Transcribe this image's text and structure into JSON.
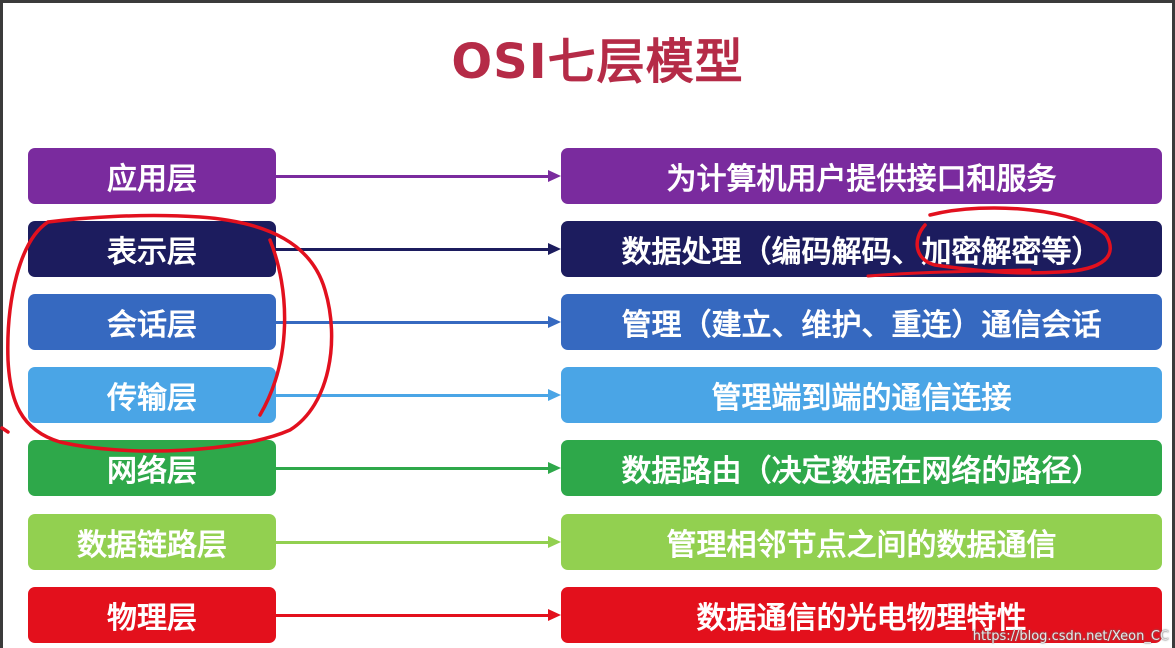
{
  "title": "OSI七层模型",
  "layers": [
    {
      "name": "应用层",
      "description": "为计算机用户提供接口和服务",
      "color": "#7a2b9e",
      "arrow_color": "#7a2b9e"
    },
    {
      "name": "表示层",
      "description": "数据处理（编码解码、加密解密等）",
      "color": "#1c1c5e",
      "arrow_color": "#1c1c5e"
    },
    {
      "name": "会话层",
      "description": "管理（建立、维护、重连）通信会话",
      "color": "#3669c0",
      "arrow_color": "#3669c0"
    },
    {
      "name": "传输层",
      "description": "管理端到端的通信连接",
      "color": "#4aa5e6",
      "arrow_color": "#4aa5e6"
    },
    {
      "name": "网络层",
      "description": "数据路由（决定数据在网络的路径）",
      "color": "#2ea84a",
      "arrow_color": "#2ea84a"
    },
    {
      "name": "数据链路层",
      "description": "管理相邻节点之间的数据通信",
      "color": "#92d050",
      "arrow_color": "#92d050"
    },
    {
      "name": "物理层",
      "description": "数据通信的光电物理特性",
      "color": "#e3101c",
      "arrow_color": "#e3101c"
    }
  ],
  "watermark": "https://blog.csdn.net/Xeon_CC",
  "annotation_color": "#e2101e"
}
